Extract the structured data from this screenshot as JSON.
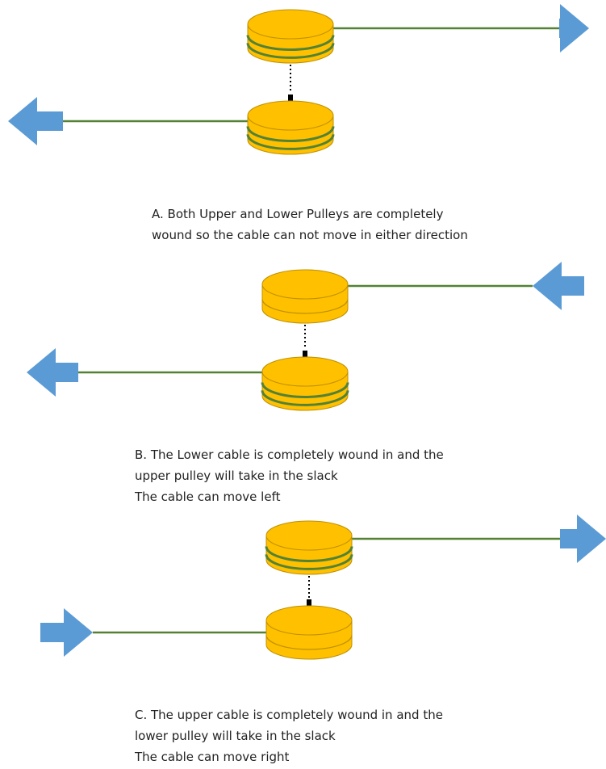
{
  "colors": {
    "pulley_fill": "#FFC000",
    "pulley_stroke": "#BF9000",
    "cable": "#548235",
    "arrow": "#5B9BD5",
    "axle": "#000000"
  },
  "panels": [
    {
      "id": "A",
      "upper_pulley": "wound",
      "lower_pulley": "wound",
      "upper_arrow": "right",
      "lower_arrow": "left",
      "caption_lines": [
        "A. Both Upper and Lower Pulleys are completely",
        "wound  so the cable can not move in either direction"
      ]
    },
    {
      "id": "B",
      "upper_pulley": "unwound",
      "lower_pulley": "wound",
      "upper_arrow": "left",
      "lower_arrow": "left",
      "caption_lines": [
        "B. The Lower cable is completely wound in and the",
        "upper pulley will take in the slack",
        "The cable can move left"
      ]
    },
    {
      "id": "C",
      "upper_pulley": "wound",
      "lower_pulley": "unwound",
      "upper_arrow": "right",
      "lower_arrow": "right",
      "caption_lines": [
        "C. The upper cable is completely wound in and the",
        "lower pulley will take in the slack",
        "The cable can move right"
      ]
    }
  ]
}
